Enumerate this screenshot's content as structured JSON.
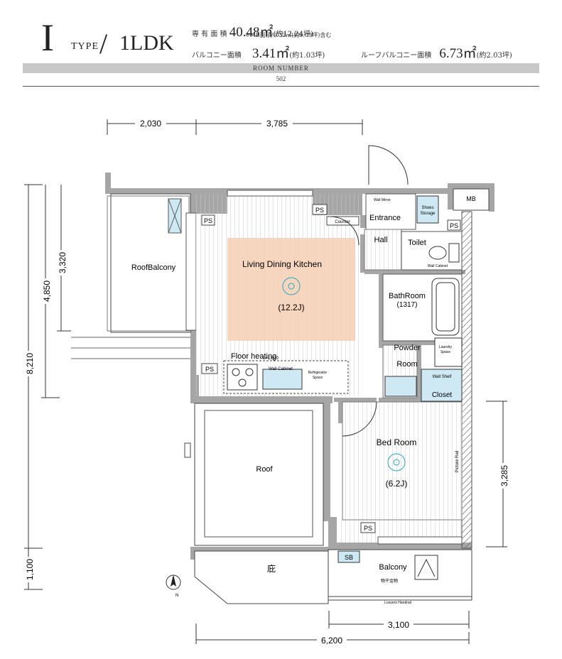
{
  "header": {
    "type_letter": "I",
    "type_word": "TYPE",
    "type_slash": "/",
    "plan_type": "1LDK",
    "private_area_label": "専 有 面 積",
    "private_area_value": "40.48㎡",
    "private_area_tsubo": "(約12.24坪)",
    "private_area_note": "※MB面積/0.32㎡(約0.09坪)含む",
    "balcony_label": "バルコニー面積",
    "balcony_value": "3.41㎡",
    "balcony_tsubo": "(約1.03坪)",
    "roof_balcony_label": "ルーフバルコニー面積",
    "roof_balcony_value": "6.73㎡",
    "roof_balcony_tsubo": "(約2.03坪)",
    "room_number_label": "ROOM NUMBER",
    "room_number": "502"
  },
  "dimensions": {
    "top_left": "2,030",
    "top_right": "3,785",
    "left_inner": "3,320",
    "left_mid": "4,850",
    "left_outer": "8,210",
    "left_bottom": "1,100",
    "right_bed": "3,285",
    "bottom_balcony": "3,100",
    "bottom_total": "6,200",
    "kitchen_width": "L=1,800"
  },
  "rooms": {
    "ldk": "Living Dining Kitchen",
    "ldk_size": "(12.2J)",
    "floor_heating": "Floor heating",
    "roof_balcony": "RoofBalcony",
    "roof": "Roof",
    "garden": "庇",
    "entrance": "Entrance",
    "shoes_storage_1": "Shoes",
    "shoes_storage_2": "Storage",
    "hall": "Hall",
    "toilet": "Toilet",
    "bathroom": "BathRoom",
    "bathroom_size": "(1317)",
    "powder_1": "Powder",
    "powder_2": "Room",
    "laundry_1": "Laundry",
    "laundry_2": "Space",
    "wall_shelf": "Wall Shelf",
    "closet": "Closet",
    "bedroom": "Bed Room",
    "bedroom_size": "(6.2J)",
    "balcony": "Balcony",
    "balcony_drying": "物干金物",
    "louvers": "Louvers Handrail",
    "mb": "MB",
    "ps": "PS",
    "counter": "Counter",
    "wall_mirror": "Wall Mirror",
    "wall_cabinet": "Wall Cabinet",
    "wall_cabinet_toilet": "Wall Cabinet",
    "refrigerator_1": "Refrigerator",
    "refrigerator_2": "Space",
    "picture_rail": "Picture Rail",
    "sb": "SB",
    "north": "N"
  }
}
